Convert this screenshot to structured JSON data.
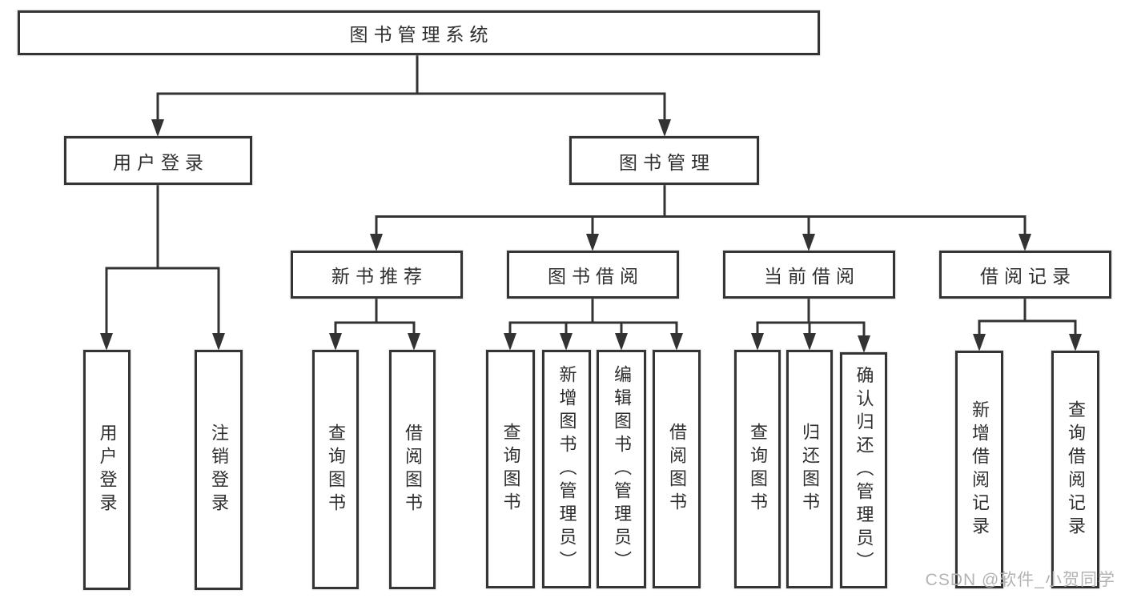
{
  "diagram": {
    "type": "tree",
    "nodes": {
      "root": "图书管理系统",
      "user_login_group": "用户登录",
      "book_management": "图书管理",
      "new_book_recommend": "新书推荐",
      "book_borrowing": "图书借阅",
      "current_borrowing": "当前借阅",
      "borrowing_records": "借阅记录",
      "user_login": "用户登录",
      "logout_login": "注销登录",
      "recommend_query_books": "查询图书",
      "recommend_borrow_books": "借阅图书",
      "borrow_query_books": "查询图书",
      "borrow_add_books": "新增图书（管理员）",
      "borrow_edit_books": "编辑图书（管理员）",
      "borrow_borrow_books": "借阅图书",
      "current_query_books": "查询图书",
      "current_return_books": "归还图书",
      "current_confirm_return": "确认归还（管理员）",
      "records_add_record": "新增借阅记录",
      "records_query_record": "查询借阅记录"
    },
    "edges": [
      [
        "图书管理系统",
        "用户登录"
      ],
      [
        "图书管理系统",
        "图书管理"
      ],
      [
        "用户登录",
        "用户登录"
      ],
      [
        "用户登录",
        "注销登录"
      ],
      [
        "图书管理",
        "新书推荐"
      ],
      [
        "图书管理",
        "图书借阅"
      ],
      [
        "图书管理",
        "当前借阅"
      ],
      [
        "图书管理",
        "借阅记录"
      ],
      [
        "新书推荐",
        "查询图书"
      ],
      [
        "新书推荐",
        "借阅图书"
      ],
      [
        "图书借阅",
        "查询图书"
      ],
      [
        "图书借阅",
        "新增图书（管理员）"
      ],
      [
        "图书借阅",
        "编辑图书（管理员）"
      ],
      [
        "图书借阅",
        "借阅图书"
      ],
      [
        "当前借阅",
        "查询图书"
      ],
      [
        "当前借阅",
        "归还图书"
      ],
      [
        "当前借阅",
        "确认归还（管理员）"
      ],
      [
        "借阅记录",
        "新增借阅记录"
      ],
      [
        "借阅记录",
        "查询借阅记录"
      ]
    ]
  },
  "watermark": "CSDN @软件_小贺同学",
  "colors": {
    "line": "#333333",
    "text": "#2f2f2f",
    "border": "#343434",
    "watermark": "#b3b3b3",
    "background": "#ffffff"
  }
}
